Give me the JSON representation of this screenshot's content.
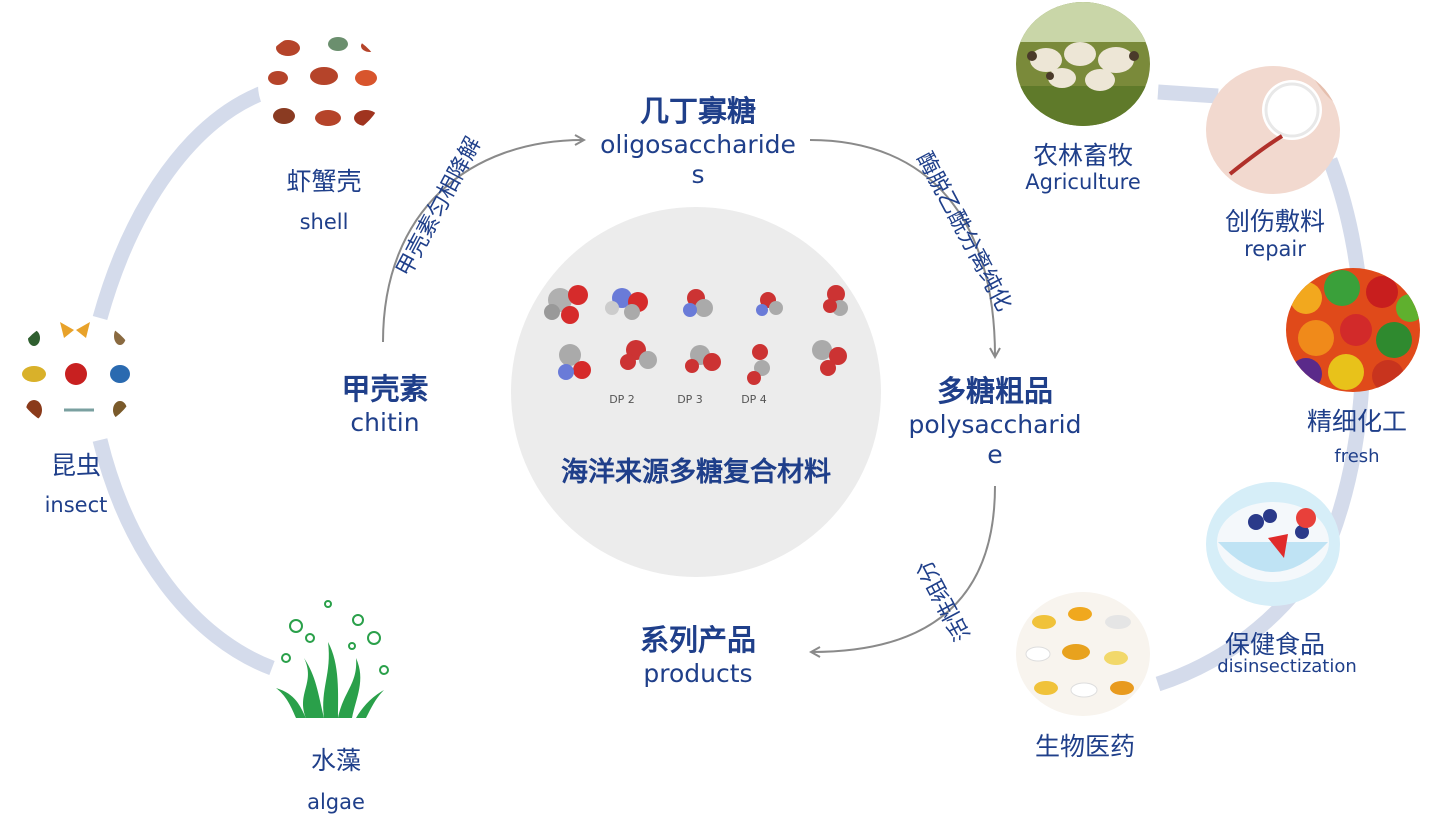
{
  "colors": {
    "primary_text": "#1f3f8a",
    "ring": "#d4dbeb",
    "arrow": "#8a8a8a",
    "center_disc": "#ececec",
    "algae_green": "#2aa04a"
  },
  "center": {
    "title": "海洋来源多糖复合材料",
    "dp_labels": [
      "DP 2",
      "DP 3",
      "DP 4"
    ]
  },
  "flow": {
    "chitin": {
      "zh": "甲壳素",
      "en": "chitin"
    },
    "oligo": {
      "zh": "几丁寡糖",
      "en": "oligosaccharides"
    },
    "poly": {
      "zh": "多糖粗品",
      "en": "polysaccharide"
    },
    "products": {
      "zh": "系列产品",
      "en": "products"
    },
    "arrow1_label": "甲壳素匀相降解",
    "arrow2_label": "酶脱乙酰分离纯化",
    "arrow3_label": "活性组分"
  },
  "sources": [
    {
      "zh": "虾蟹壳",
      "en": "shell",
      "icon": "crab-shrimp-icon"
    },
    {
      "zh": "昆虫",
      "en": "insect",
      "icon": "insects-icon"
    },
    {
      "zh": "水藻",
      "en": "algae",
      "icon": "algae-icon"
    }
  ],
  "applications": [
    {
      "zh": "农林畜牧",
      "en": "Agriculture",
      "icon": "sheep-icon"
    },
    {
      "zh": "创伤敷料",
      "en": "repair",
      "icon": "wound-dressing-icon"
    },
    {
      "zh": "精细化工",
      "en": "fresh",
      "icon": "vegetables-icon"
    },
    {
      "zh": "保健食品",
      "en": "disinsectization",
      "icon": "yogurt-icon"
    },
    {
      "zh": "生物医药",
      "en": "",
      "icon": "pills-icon"
    }
  ]
}
